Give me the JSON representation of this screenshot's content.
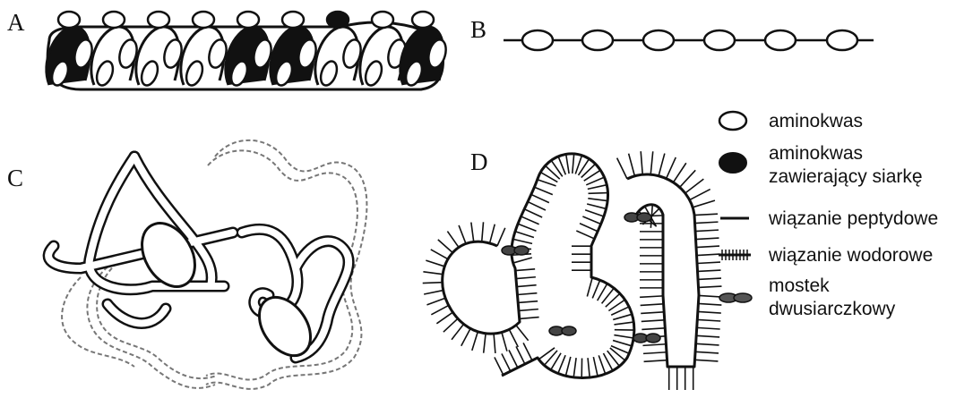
{
  "panels": {
    "a": "A",
    "b": "B",
    "c": "C",
    "d": "D"
  },
  "legend": {
    "amino_acid": "aminokwas",
    "sulfur_amino_acid_line1": "aminokwas",
    "sulfur_amino_acid_line2": "zawierający siarkę",
    "peptide_bond": "wiązanie peptydowe",
    "hydrogen_bond": "wiązanie wodorowe",
    "disulfide_bridge_line1": "mostek",
    "disulfide_bridge_line2": "dwusiarczkowy"
  },
  "colors": {
    "ink": "#111111",
    "dashed_chain": "#777777",
    "background": "#ffffff"
  }
}
